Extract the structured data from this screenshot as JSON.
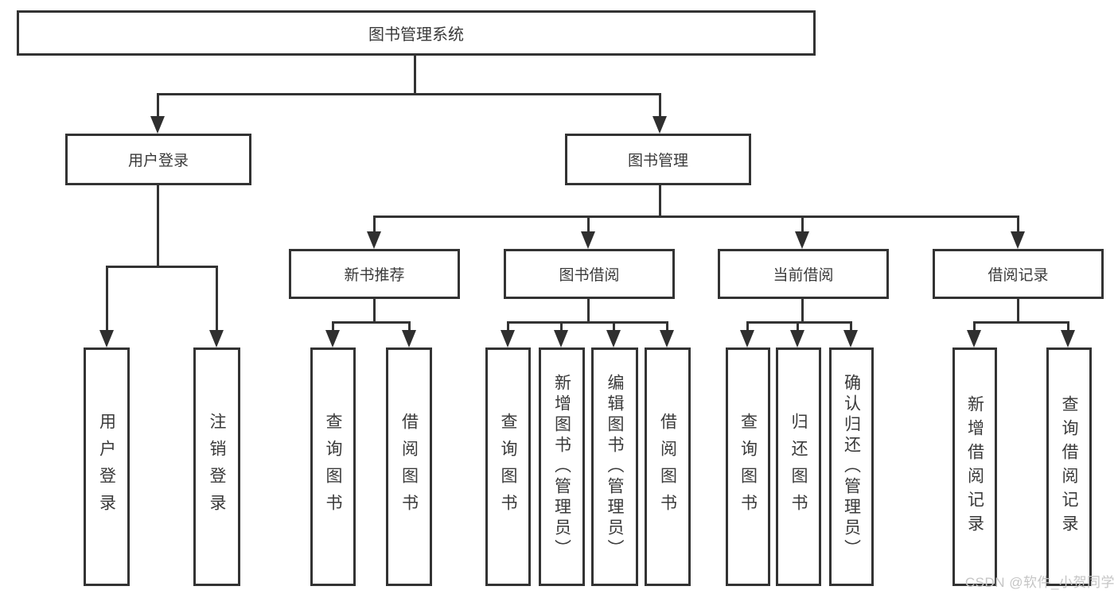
{
  "diagram": {
    "title": "图书管理系统",
    "root": {
      "label": "图书管理系统"
    },
    "level2": [
      {
        "label": "用户登录"
      },
      {
        "label": "图书管理"
      }
    ],
    "level3": [
      {
        "label": "新书推荐"
      },
      {
        "label": "图书借阅"
      },
      {
        "label": "当前借阅"
      },
      {
        "label": "借阅记录"
      }
    ],
    "leaves": [
      {
        "label": "用户登录"
      },
      {
        "label": "注销登录"
      },
      {
        "label": "查询图书"
      },
      {
        "label": "借阅图书"
      },
      {
        "label": "查询图书"
      },
      {
        "label": "新增图书（管理员）"
      },
      {
        "label": "编辑图书（管理员）"
      },
      {
        "label": "借阅图书"
      },
      {
        "label": "查询图书"
      },
      {
        "label": "归还图书"
      },
      {
        "label": "确认归还（管理员）"
      },
      {
        "label": "新增借阅记录"
      },
      {
        "label": "查询借阅记录"
      }
    ]
  },
  "watermark": {
    "text": "CSDN @软件_小贺同学"
  },
  "colors": {
    "line": "#333333",
    "arrow": "#2f2f2f",
    "text": "#3a3a3a",
    "watermark": "#c5c5c5",
    "background": "#ffffff"
  }
}
